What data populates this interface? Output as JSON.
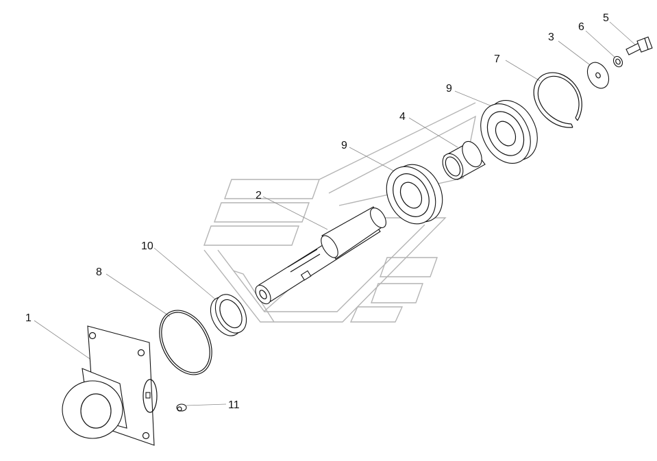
{
  "colors": {
    "line": "#111111",
    "leader": "#8a8a8a",
    "watermark": "#b4b4b4",
    "background": "#ffffff"
  },
  "callouts": {
    "c1": "1",
    "c2": "2",
    "c3": "3",
    "c4": "4",
    "c5": "5",
    "c6": "6",
    "c7": "7",
    "c8": "8",
    "c9a": "9",
    "c9b": "9",
    "c10": "10",
    "c11": "11"
  }
}
